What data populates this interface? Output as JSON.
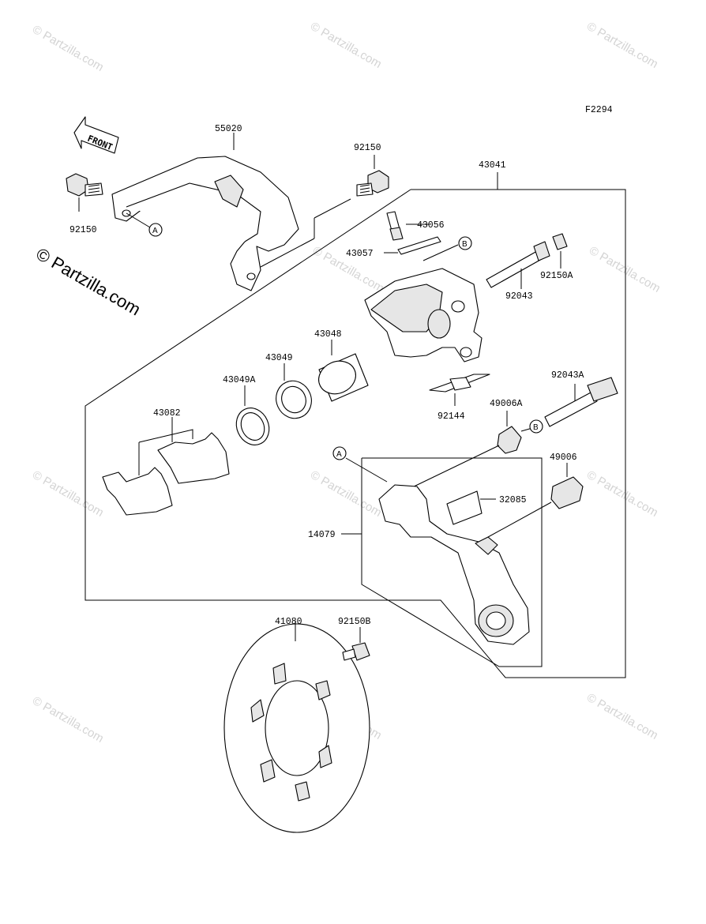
{
  "figure_code": "F2294",
  "front_arrow_label": "FRONT",
  "watermark_text": "© Partzilla.com",
  "callouts": {
    "a": "A",
    "b": "B"
  },
  "parts": {
    "p55020": "55020",
    "p92150_left": "92150",
    "p92150_top": "92150",
    "p43041": "43041",
    "p43056": "43056",
    "p43057": "43057",
    "p92043": "92043",
    "p92150a": "92150A",
    "p43048": "43048",
    "p43049": "43049",
    "p43049a": "43049A",
    "p43082": "43082",
    "p92144": "92144",
    "p49006a": "49006A",
    "p92043a": "92043A",
    "p49006": "49006",
    "p32085": "32085",
    "p14079": "14079",
    "p41080": "41080",
    "p92150b": "92150B"
  }
}
